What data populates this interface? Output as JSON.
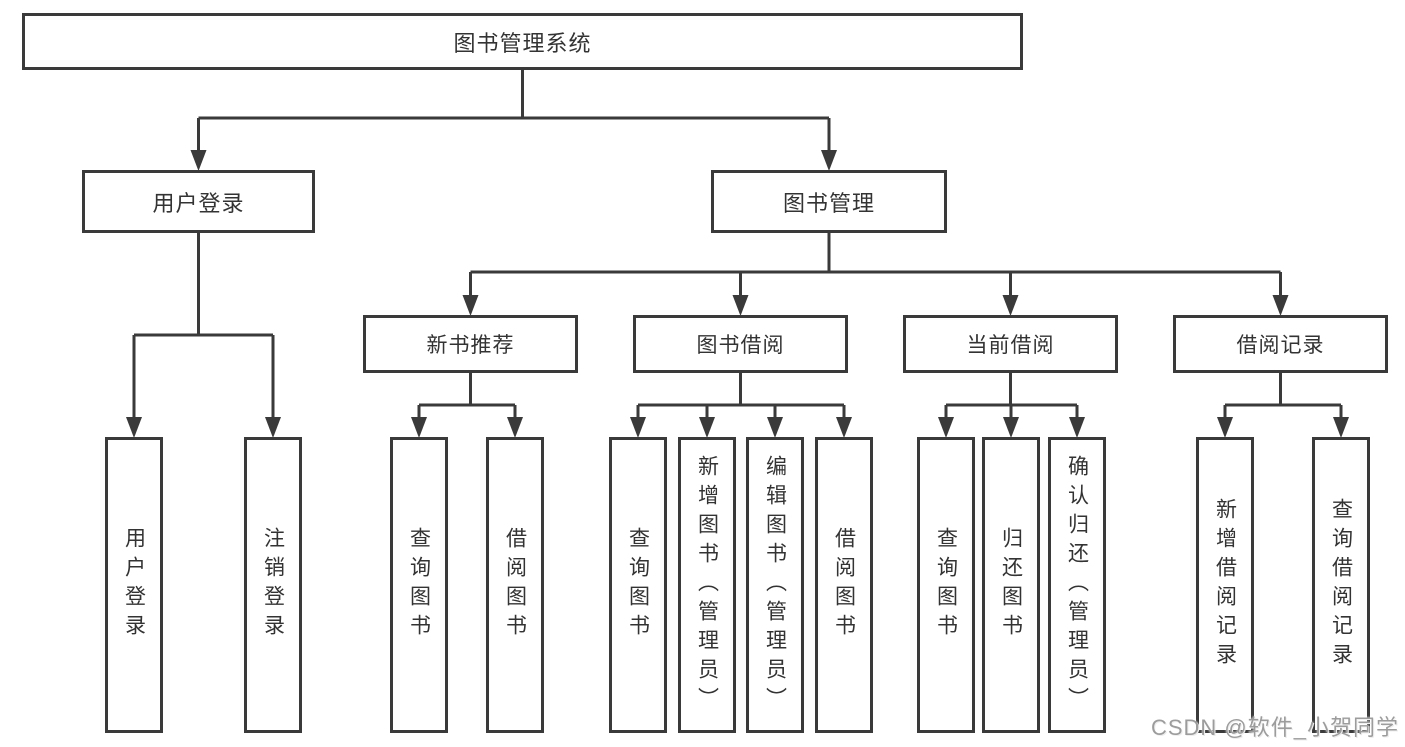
{
  "diagram": {
    "root": {
      "label": "图书管理系统",
      "children": [
        {
          "label": "用户登录",
          "children": [
            {
              "label": "用户登录"
            },
            {
              "label": "注销登录"
            }
          ]
        },
        {
          "label": "图书管理",
          "children": [
            {
              "label": "新书推荐",
              "children": [
                {
                  "label": "查询图书"
                },
                {
                  "label": "借阅图书"
                }
              ]
            },
            {
              "label": "图书借阅",
              "children": [
                {
                  "label": "查询图书"
                },
                {
                  "label": "新增图书（管理员）"
                },
                {
                  "label": "编辑图书（管理员）"
                },
                {
                  "label": "借阅图书"
                }
              ]
            },
            {
              "label": "当前借阅",
              "children": [
                {
                  "label": "查询图书"
                },
                {
                  "label": "归还图书"
                },
                {
                  "label": "确认归还（管理员）"
                }
              ]
            },
            {
              "label": "借阅记录",
              "children": [
                {
                  "label": "新增借阅记录"
                },
                {
                  "label": "查询借阅记录"
                }
              ]
            }
          ]
        }
      ]
    },
    "colors": {
      "line": "#3a3a3a",
      "text": "#333333",
      "background": "#ffffff",
      "watermark": "#9c9c9c"
    }
  },
  "watermark": {
    "text": "CSDN @软件_小贺同学"
  }
}
